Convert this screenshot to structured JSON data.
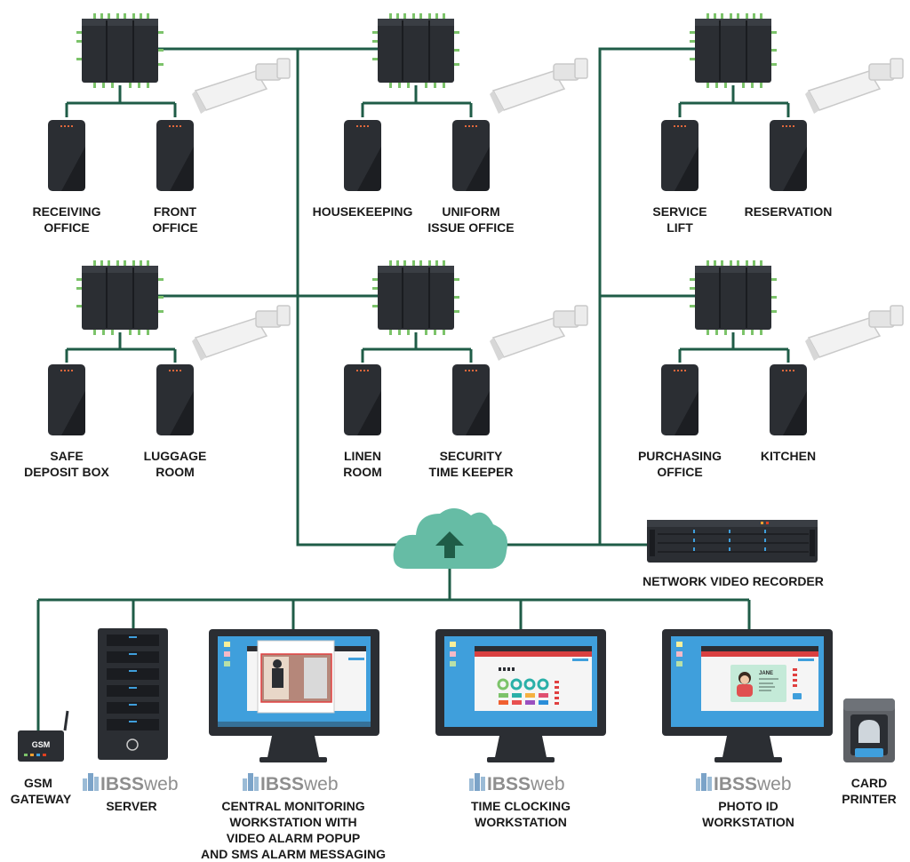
{
  "colors": {
    "connector": "#1f5c47",
    "cloud": "#66bca5",
    "cloud_arrow": "#1f5c47",
    "device_dark": "#2b2e33",
    "screen_blue": "#3f9fdc"
  },
  "access_points": [
    {
      "line1": "RECEIVING",
      "line2": "OFFICE"
    },
    {
      "line1": "FRONT",
      "line2": "OFFICE"
    },
    {
      "line1": "HOUSEKEEPING",
      "line2": ""
    },
    {
      "line1": "UNIFORM",
      "line2": "ISSUE OFFICE"
    },
    {
      "line1": "SERVICE",
      "line2": "LIFT"
    },
    {
      "line1": "RESERVATION",
      "line2": ""
    },
    {
      "line1": "SAFE",
      "line2": "DEPOSIT BOX"
    },
    {
      "line1": "LUGGAGE",
      "line2": "ROOM"
    },
    {
      "line1": "LINEN",
      "line2": "ROOM"
    },
    {
      "line1": "SECURITY",
      "line2": "TIME KEEPER"
    },
    {
      "line1": "PURCHASING",
      "line2": "OFFICE"
    },
    {
      "line1": "KITCHEN",
      "line2": ""
    }
  ],
  "nvr": {
    "label": "NETWORK VIDEO RECORDER"
  },
  "brand": {
    "part1": "IBSS",
    "part2": "web"
  },
  "gsm": {
    "device_text": "GSM",
    "line1": "GSM",
    "line2": "GATEWAY"
  },
  "server": {
    "line1": "SERVER"
  },
  "central": {
    "line1": "CENTRAL MONITORING",
    "line2": "WORKSTATION WITH",
    "line3": "VIDEO ALARM POPUP",
    "line4": "AND SMS ALARM MESSAGING"
  },
  "timeclock": {
    "line1": "TIME CLOCKING",
    "line2": "WORKSTATION"
  },
  "photoid": {
    "line1": "PHOTO ID",
    "line2": "WORKSTATION",
    "id_name": "JANE"
  },
  "card_printer": {
    "line1": "CARD",
    "line2": "PRINTER"
  }
}
